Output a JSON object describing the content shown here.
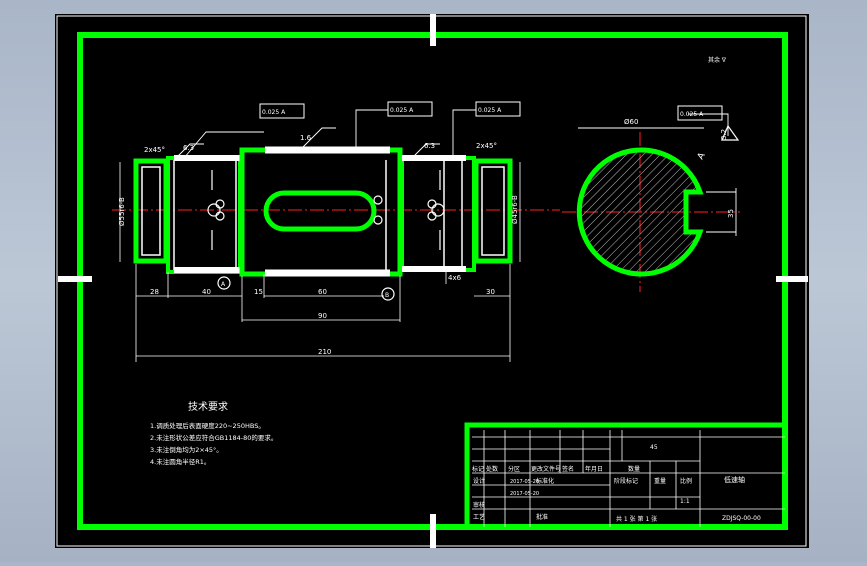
{
  "title_block": {
    "part_name": "低速轴",
    "drawing_no": "ZDJSQ-00-00",
    "quantity_label": "数量",
    "scale_label": "比例",
    "weight_label": "重量",
    "sheet_text": "共 1 张 第 1 张",
    "scale_value": "1:1",
    "material_mark": "45",
    "rev_headers": [
      "标记",
      "处数",
      "分区",
      "更改文件号",
      "签名",
      "年月日"
    ],
    "role_labels": [
      "设计",
      "审核",
      "工艺"
    ],
    "standardize_label": "标准化",
    "approve_label": "批准",
    "stage_label": "阶段标记",
    "dates": [
      "2017-05-20",
      "2017-05-20"
    ]
  },
  "tech_requirements": {
    "title": "技术要求",
    "items": [
      "1.调质处理后表面硬度220~250HBS。",
      "2.未注形状公差应符合GB1184-80的要求。",
      "3.未注倒角均为2×45°。",
      "4.未注圆角半径R1。"
    ]
  },
  "main_view": {
    "chamfer_labels": [
      "2x45°",
      "2x45°"
    ],
    "roughness_values": [
      "6.3",
      "1.6",
      "6.3"
    ],
    "tolerance_frames": [
      "0.025 A",
      "0.025 A",
      "0.025 A"
    ],
    "dims_bottom": [
      "28",
      "40",
      "15",
      "60",
      "4x6",
      "30"
    ],
    "dim_overall_inner": "90",
    "dim_overall": "210",
    "dia_labels": [
      "Ø55r6-B",
      "Ø45r6-B"
    ],
    "datum_labels": [
      "A",
      "B"
    ]
  },
  "section_view": {
    "top_dim": "Ø60",
    "right_dim": "35",
    "tolerance_frame": "0.025 A",
    "roughness": "3.2",
    "section_mark": "A"
  },
  "roughness_corner": "其余 ∇"
}
